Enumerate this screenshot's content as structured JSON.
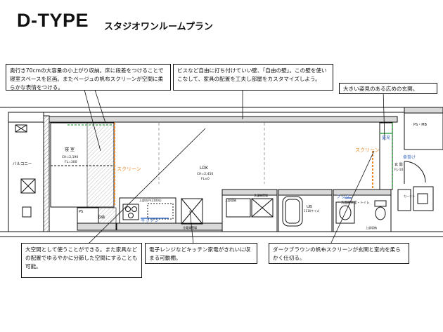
{
  "header": {
    "title": "D-TYPE",
    "subtitle": "スタジオワンルームプラン"
  },
  "callouts": {
    "storage": "奥行き70cmの大容量の小上がり収納。床に段差をつけることで寝室スペースを区画。またページュの帆布スクリーンが空間に柔らかな表情をつける。",
    "wall": "ビスなど自由に打ち付けていい壁、「自由の壁」。この壁を使いこなして、家具の配置を工夫し部屋をカスタマイズしよう。",
    "entrance": "大きい姿見のある広めの玄関。",
    "space": "大空間として使うことができる。また家具などの配置でゆるやかに分節した空間にすることも可能。",
    "kitchen": "電子レンジなどキッチン家電がきれいに収まる可動棚。",
    "screen": "ダークブラウンの帆布スクリーンが玄関と室内を柔らかく仕切る。"
  },
  "plan_labels": {
    "balcony": "バルコニー",
    "bedroom": "寝 室",
    "bedroom_ch": "CH=2,190",
    "bedroom_fl": "FL=300",
    "screen_left": "スクリーン",
    "ldk": "LDK",
    "ldk_ch": "CH=2,450",
    "ldk_fl": "FL±0",
    "screen_right": "スクリーン",
    "mirror": "姿見",
    "coat_hook": "傘掛け",
    "entry": "玄 関",
    "entry_fl": "FL-10",
    "ps_mb": "PS・MB",
    "hook": "フック",
    "washroom": "洗面脱衣室・トイレ",
    "ub": "UB",
    "ub_size": "1116サイズ",
    "ps": "PS",
    "storage": "収納",
    "wall_storage": "上部収納",
    "kitchen_counter": "上部吊戸(2100L)",
    "kitchen": "キッチン",
    "shelf": "冷蔵庫置場",
    "washer": "洗濯機置場",
    "curtain": "カーテン",
    "ref": "上部収納"
  },
  "colors": {
    "orange": "#e8892c",
    "green": "#3aa84a",
    "blue": "#3f6fc4",
    "wall_fill": "#d9d9d9",
    "line": "#111111"
  }
}
